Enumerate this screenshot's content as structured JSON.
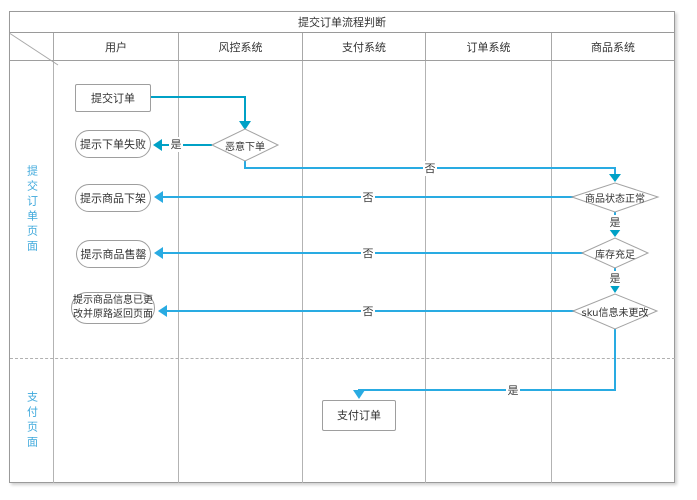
{
  "title": "提交订单流程判断",
  "lanes": {
    "columns": [
      "用户",
      "风控系统",
      "支付系统",
      "订单系统",
      "商品系统"
    ],
    "rows": [
      "提交订单页面",
      "支付页面"
    ]
  },
  "nodes": {
    "submit_order": "提交订单",
    "malicious_order": "恶意下单",
    "order_fail": "提示下单失败",
    "product_removed": "提示商品下架",
    "product_soldout": "提示商品售罄",
    "product_changed": "提示商品信息已更改并原路返回页面",
    "status_normal": "商品状态正常",
    "stock_enough": "库存充足",
    "sku_unchanged": "sku信息未更改",
    "pay_order": "支付订单"
  },
  "labels": {
    "yes": "是",
    "no": "否"
  },
  "colors": {
    "flow_primary": "#00a1c6",
    "flow_secondary": "#29abe2",
    "lane_label": "#3fa9dc",
    "shape_border": "#9e9e9e",
    "grid_line": "#b3b3b3"
  }
}
